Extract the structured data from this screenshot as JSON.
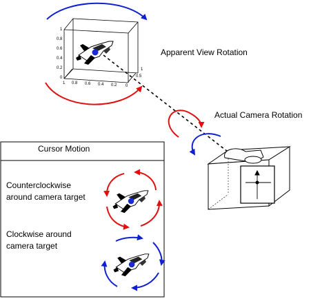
{
  "labels": {
    "apparent_view_rotation": "Apparent View Rotation",
    "actual_camera_rotation": "Actual Camera Rotation",
    "cursor_motion": "Cursor Motion",
    "counterclockwise_line1": "Counterclockwise",
    "counterclockwise_line2": "around camera target",
    "clockwise_line1": "Clockwise around",
    "clockwise_line2": "camera target"
  },
  "axis_ticks": {
    "z": [
      "1",
      "0.8",
      "0.6",
      "0.4",
      "0.2",
      "0"
    ],
    "x": [
      "1",
      "0.8",
      "0.6",
      "0.4",
      "0.2",
      "0"
    ],
    "y": [
      "0.5",
      "1"
    ]
  },
  "colors": {
    "red_arrow": "#e01010",
    "blue_arrow": "#1020d0",
    "shuttle_body": "#000000",
    "shuttle_marker": "#1a2bd6"
  },
  "icons": [
    "space-shuttle-icon",
    "camera-icon",
    "rotation-arrow-icon"
  ]
}
